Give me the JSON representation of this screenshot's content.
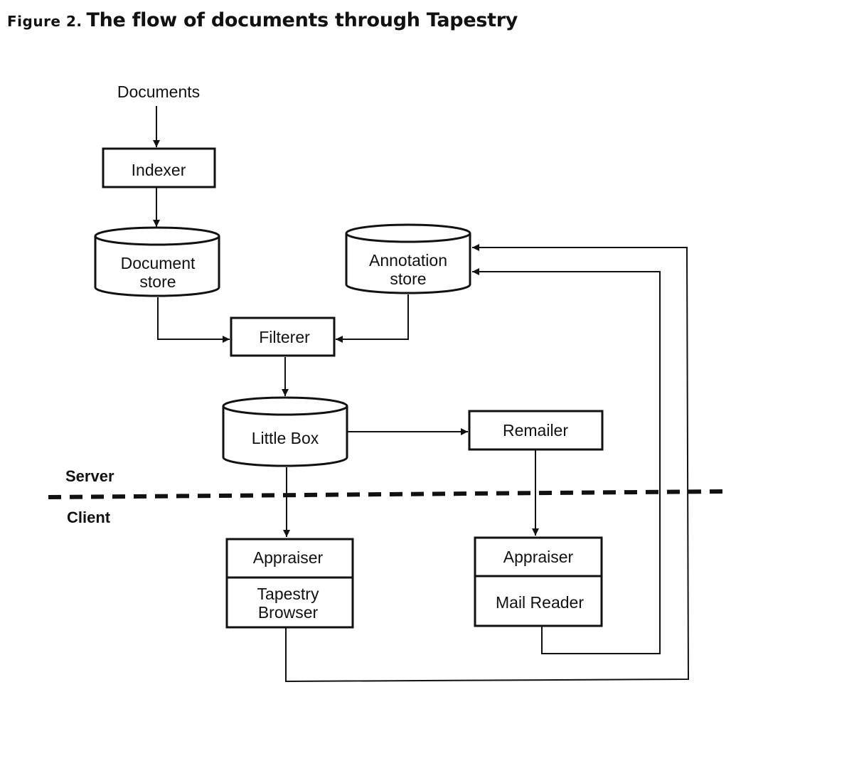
{
  "figure": {
    "label": "Figure 2.",
    "title": "The flow of documents through Tapestry"
  },
  "diagram": {
    "input": {
      "label": "Documents"
    },
    "indexer": {
      "label": "Indexer"
    },
    "document_store": {
      "label_line1": "Document",
      "label_line2": "store"
    },
    "annotation_store": {
      "label_line1": "Annotation",
      "label_line2": "store"
    },
    "filterer": {
      "label": "Filterer"
    },
    "little_box": {
      "label": "Little Box"
    },
    "remailer": {
      "label": "Remailer"
    },
    "zones": {
      "server": "Server",
      "client": "Client"
    },
    "browser_client": {
      "top_label": "Appraiser",
      "bottom_label_line1": "Tapestry",
      "bottom_label_line2": "Browser"
    },
    "mail_client": {
      "top_label": "Appraiser",
      "bottom_label": "Mail Reader"
    }
  }
}
